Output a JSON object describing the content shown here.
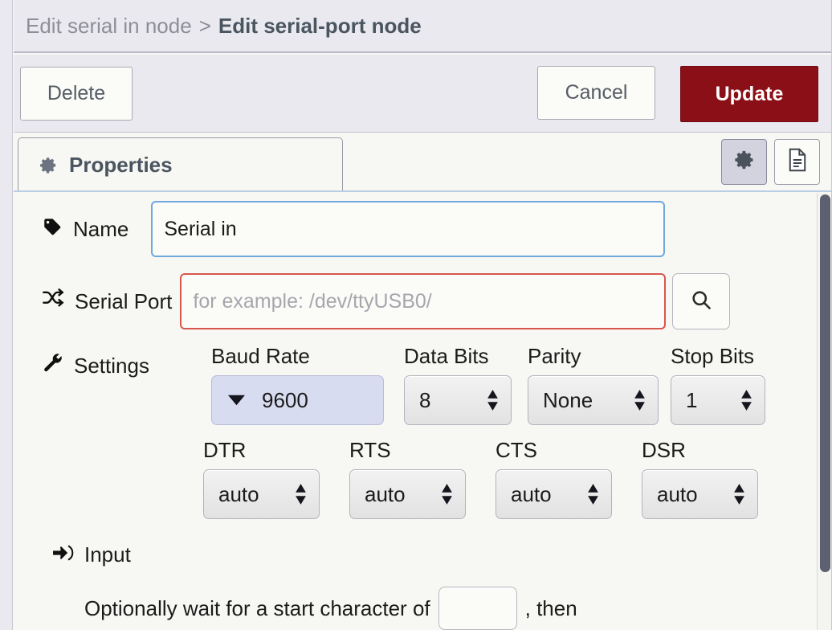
{
  "header": {
    "breadcrumb_parent": "Edit serial in node",
    "breadcrumb_separator": ">",
    "breadcrumb_current": "Edit serial-port node"
  },
  "toolbar": {
    "delete_label": "Delete",
    "cancel_label": "Cancel",
    "update_label": "Update",
    "update_color": "#8b0f16"
  },
  "tabs": {
    "properties_label": "Properties",
    "gear_button_name": "gear-icon",
    "doc_button_name": "document-icon"
  },
  "form": {
    "name": {
      "label": "Name",
      "value": "Serial in",
      "placeholder": "Name",
      "icon": "tag-icon"
    },
    "serial_port": {
      "label": "Serial Port",
      "value": "",
      "placeholder": "for example: /dev/ttyUSB0/",
      "icon": "shuffle-icon",
      "error_color": "#d9564f",
      "search_icon": "search-icon"
    },
    "settings": {
      "label": "Settings",
      "icon": "wrench-icon",
      "fields": [
        {
          "title": "Baud Rate",
          "value": "9600"
        },
        {
          "title": "Data Bits",
          "value": "8"
        },
        {
          "title": "Parity",
          "value": "None"
        },
        {
          "title": "Stop Bits",
          "value": "1"
        },
        {
          "title": "DTR",
          "value": "auto"
        },
        {
          "title": "RTS",
          "value": "auto"
        },
        {
          "title": "CTS",
          "value": "auto"
        },
        {
          "title": "DSR",
          "value": "auto"
        }
      ]
    },
    "input_section": {
      "label": "Input",
      "icon": "sign-in-icon",
      "sentence_before": "Optionally wait for a start character of",
      "start_char_value": "",
      "sentence_after": ", then"
    }
  }
}
